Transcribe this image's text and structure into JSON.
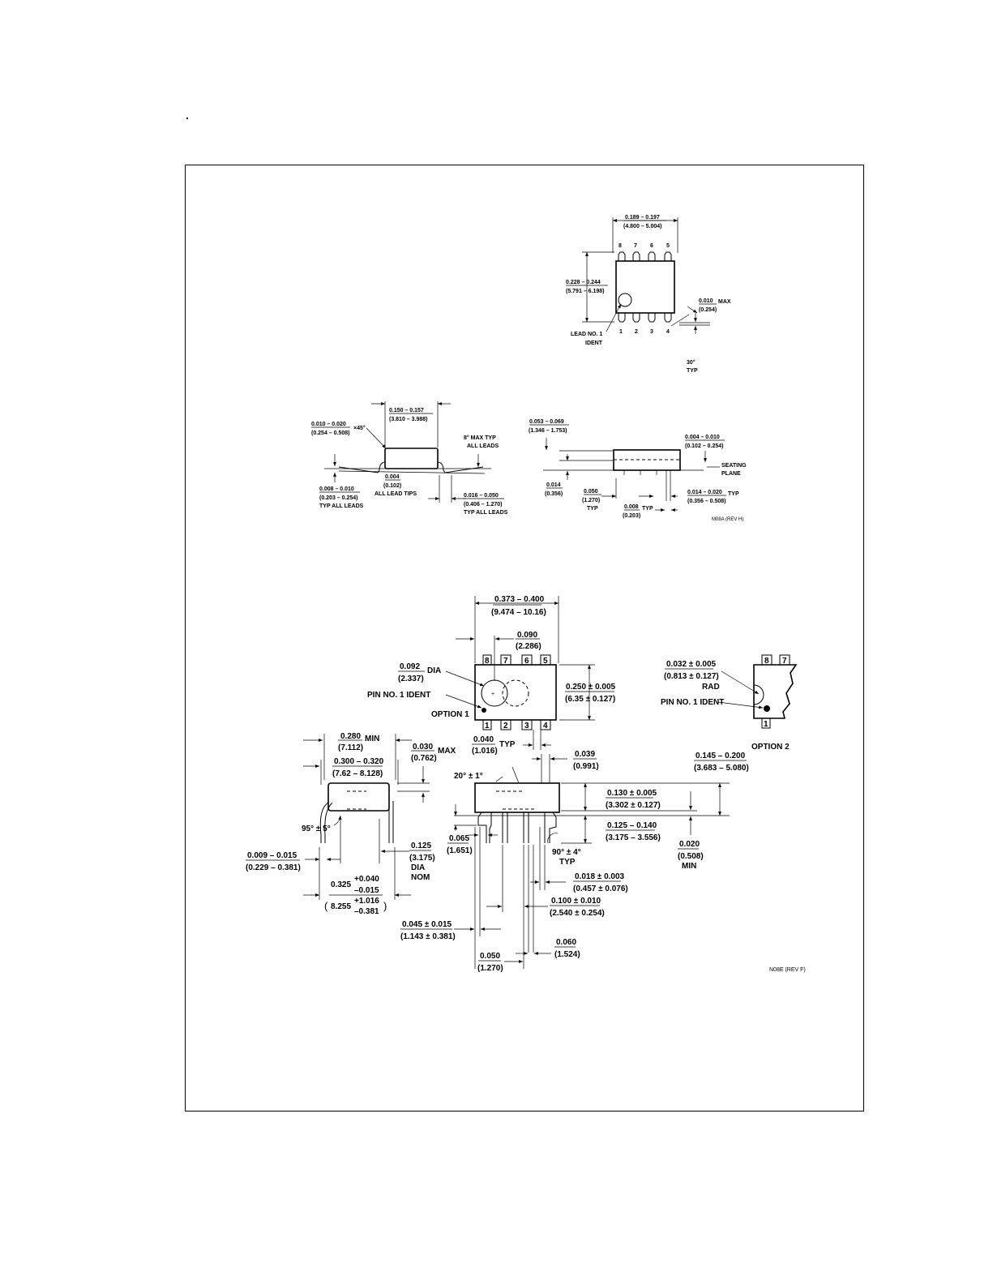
{
  "so8": {
    "top": {
      "length": [
        "0.189 – 0.197",
        "(4.800 – 5.004)"
      ],
      "width": [
        "0.228 – 0.244",
        "(5.791 – 6.198)"
      ],
      "pins_top": [
        "8",
        "7",
        "6",
        "5"
      ],
      "pins_bottom": [
        "1",
        "2",
        "3",
        "4"
      ],
      "lead_ident": [
        "LEAD NO. 1",
        "IDENT"
      ],
      "max_flat": [
        "0.010",
        "MAX",
        "(0.254)"
      ],
      "angle": [
        "30°",
        "TYP"
      ]
    },
    "side": {
      "chamfer": [
        "0.010 – 0.020",
        "(0.254 – 0.508)",
        "×45°"
      ],
      "body_width": [
        "0.150 – 0.157",
        "(3.810 – 3.988)"
      ],
      "max_angle": [
        "8° MAX TYP",
        "ALL LEADS"
      ],
      "tips": [
        "0.004",
        "(0.102)",
        "ALL LEAD TIPS"
      ],
      "lead_thk": [
        "0.008 – 0.010",
        "(0.203 – 0.254)",
        "TYP ALL LEADS"
      ],
      "foot": [
        "0.016 – 0.050",
        "(0.406 – 1.270)",
        "TYP ALL LEADS"
      ]
    },
    "front": {
      "height": [
        "0.053 – 0.069",
        "(1.346 – 1.753)"
      ],
      "standoff": [
        "0.004 – 0.010",
        "(0.102 – 0.254)"
      ],
      "seating": [
        "SEATING",
        "PLANE"
      ],
      "d014": [
        "0.014",
        "(0.356)"
      ],
      "pitch": [
        "0.050",
        "(1.270)",
        "TYP"
      ],
      "lead_w": [
        "0.014 – 0.020",
        "TYP",
        "(0.356 – 0.508)"
      ],
      "d008": [
        "0.008",
        "TYP",
        "(0.203)"
      ],
      "rev": "M08A (REV H)"
    }
  },
  "dip8": {
    "top": {
      "length": [
        "0.373 – 0.400",
        "(9.474 – 10.16)"
      ],
      "d090": [
        "0.090",
        "(2.286)"
      ],
      "dia": [
        "0.092",
        "DIA",
        "(2.337)"
      ],
      "pin1": "PIN NO. 1 IDENT",
      "option1": "OPTION 1",
      "width": [
        "0.250 ± 0.005",
        "(6.35 ± 0.127)"
      ],
      "pins_top": [
        "8",
        "7",
        "6",
        "5"
      ],
      "pins_bottom": [
        "1",
        "2",
        "3",
        "4"
      ],
      "d040": [
        "0.040",
        "TYP",
        "(1.016)"
      ]
    },
    "option2": {
      "rad": [
        "0.032 ± 0.005",
        "(0.813 ± 0.127)",
        "RAD"
      ],
      "pin1": "PIN NO. 1 IDENT",
      "pins_top": [
        "8",
        "7"
      ],
      "pin_bottom": "1",
      "label": "OPTION 2"
    },
    "end": {
      "d280": [
        "0.280",
        "MIN",
        "(7.112)"
      ],
      "d300": [
        "0.300 – 0.320",
        "(7.62 – 8.128)"
      ],
      "d030": [
        "0.030",
        "MAX",
        "(0.762)"
      ],
      "angle": "95° ± 5°",
      "d009": [
        "0.009 – 0.015",
        "(0.229 – 0.381)"
      ],
      "d125": [
        "0.125",
        "(3.175)",
        "DIA",
        "NOM"
      ],
      "d325": [
        "0.325",
        "+0.040",
        "–0.015"
      ],
      "d8255": [
        "8.255",
        "+1.016",
        "–0.381"
      ]
    },
    "side": {
      "angle20": "20° ± 1°",
      "d039": [
        "0.039",
        "(0.991)"
      ],
      "d145": [
        "0.145 – 0.200",
        "(3.683 – 5.080)"
      ],
      "d130": [
        "0.130 ± 0.005",
        "(3.302 ± 0.127)"
      ],
      "d125": [
        "0.125 – 0.140",
        "(3.175 – 3.556)"
      ],
      "d065": [
        "0.065",
        "(1.651)"
      ],
      "angle90": [
        "90° ± 4°",
        "TYP"
      ],
      "d020": [
        "0.020",
        "(0.508)",
        "MIN"
      ],
      "d018": [
        "0.018 ± 0.003",
        "(0.457 ± 0.076)"
      ],
      "d100": [
        "0.100 ± 0.010",
        "(2.540 ± 0.254)"
      ],
      "d045": [
        "0.045 ± 0.015",
        "(1.143 ± 0.381)"
      ],
      "d060": [
        "0.060",
        "(1.524)"
      ],
      "d050": [
        "0.050",
        "(1.270)"
      ],
      "rev": "N08E (REV F)"
    }
  }
}
